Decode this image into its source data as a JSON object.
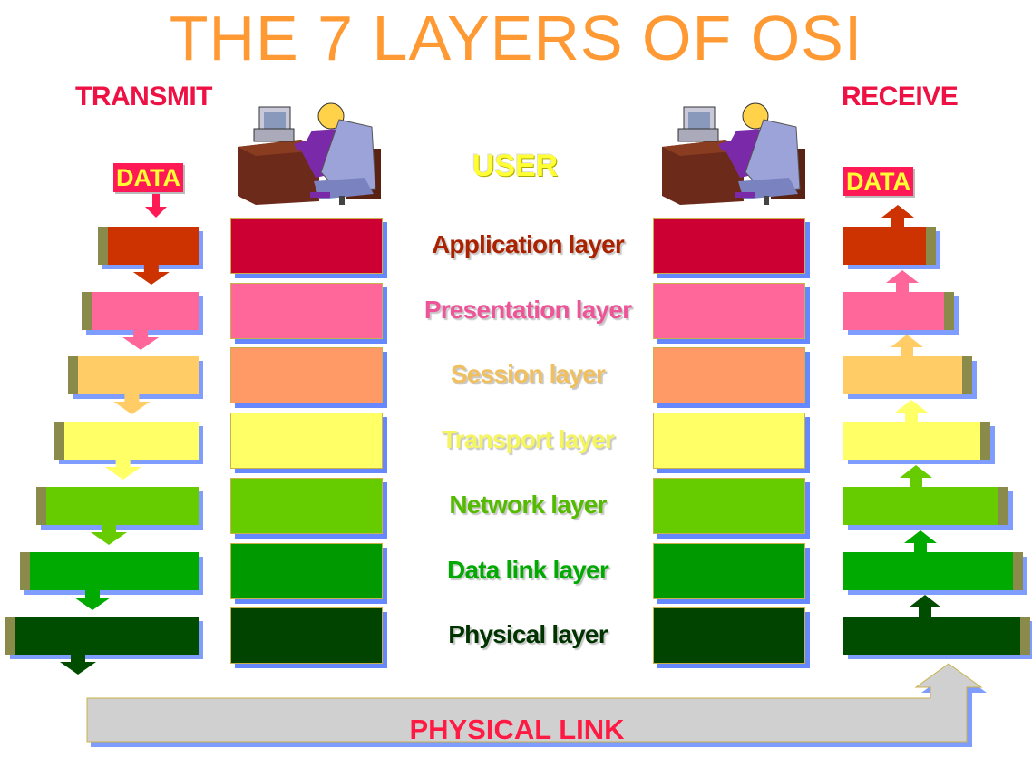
{
  "title": "THE 7 LAYERS OF OSI",
  "transmit_label": "TRANSMIT",
  "receive_label": "RECEIVE",
  "data_label_left": "DATA",
  "data_label_right": "DATA",
  "user_label": "USER",
  "physical_link_label": "PHYSICAL LINK",
  "icons": [
    "computer-user-icon",
    "computer-user-icon"
  ],
  "layers": [
    {
      "name": "Application layer",
      "color": "#cc0033",
      "arrow_color": "#cc3300",
      "label_color": "#aa2200"
    },
    {
      "name": "Presentation layer",
      "color": "#ff6699",
      "arrow_color": "#ff6699",
      "label_color": "#ee5599"
    },
    {
      "name": "Session layer",
      "color": "#ff9966",
      "arrow_color": "#ffcc66",
      "label_color": "#f0c060"
    },
    {
      "name": "Transport layer",
      "color": "#ffff66",
      "arrow_color": "#ffff66",
      "label_color": "#f5f560"
    },
    {
      "name": "Network layer",
      "color": "#66cc00",
      "arrow_color": "#66cc00",
      "label_color": "#55bb00"
    },
    {
      "name": "Data link layer",
      "color": "#009900",
      "arrow_color": "#00aa00",
      "label_color": "#00aa00"
    },
    {
      "name": "Physical layer",
      "color": "#004400",
      "arrow_color": "#004d00",
      "label_color": "#003300"
    }
  ],
  "colors": {
    "title": "#ff9933",
    "side_labels": "#ee1144",
    "data_box_bg": "#ff1a55",
    "data_box_text": "#ffff33",
    "user_text": "#ffff33",
    "box_shadow": "#6688ff",
    "link_arrow": "#cccccc",
    "link_text": "#ff1a44"
  }
}
